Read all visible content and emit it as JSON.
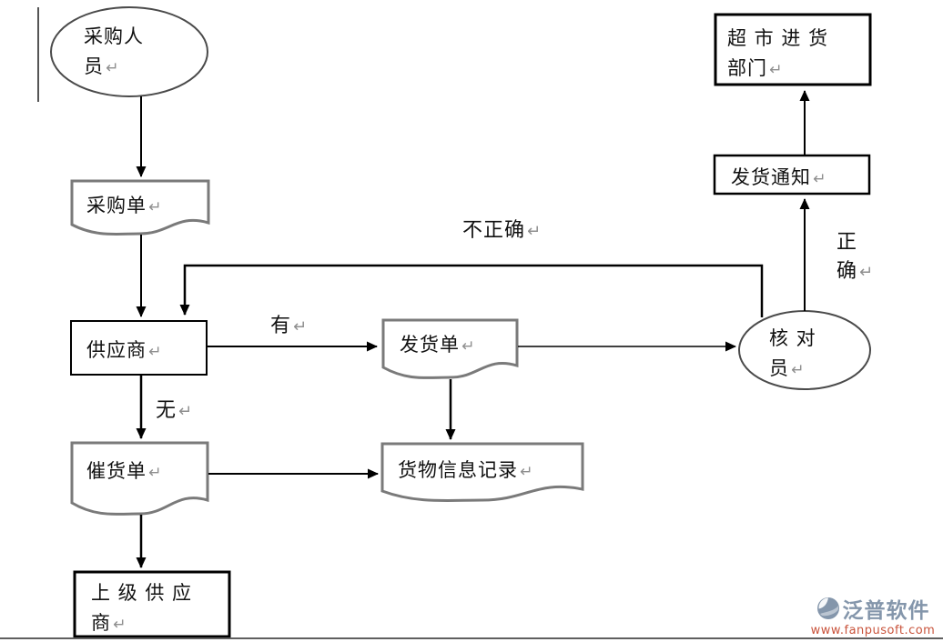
{
  "diagram": {
    "return_glyph": "↵",
    "nodes": {
      "purchaser": {
        "label": "采购人\n员",
        "shape": "ellipse"
      },
      "purchase_order": {
        "label": "采购单",
        "shape": "document"
      },
      "supplier": {
        "label": "供应商",
        "shape": "rect"
      },
      "shipping_order": {
        "label": "发货单",
        "shape": "document"
      },
      "checker": {
        "label": "核 对\n员",
        "shape": "ellipse"
      },
      "expedite_order": {
        "label": "催货单",
        "shape": "document"
      },
      "goods_info_record": {
        "label": "货物信息记录",
        "shape": "document"
      },
      "superior_supplier": {
        "label": "上 级 供 应\n商",
        "shape": "rect"
      },
      "shipping_notice": {
        "label": "发货通知",
        "shape": "rect"
      },
      "supermarket_dept": {
        "label": "超 市 进 货\n部门",
        "shape": "rect"
      }
    },
    "edge_labels": {
      "incorrect": "不正确",
      "correct": "正\n确",
      "have": "有",
      "none": "无"
    },
    "colors": {
      "line": "#000000",
      "document_border": "#7a7a7a",
      "rect_border": "#000000"
    }
  },
  "watermark": {
    "brand": "泛普软件",
    "url": "www.fanpusoft.com",
    "brand_color": "#8496ab",
    "url_color": "#c9543c"
  }
}
